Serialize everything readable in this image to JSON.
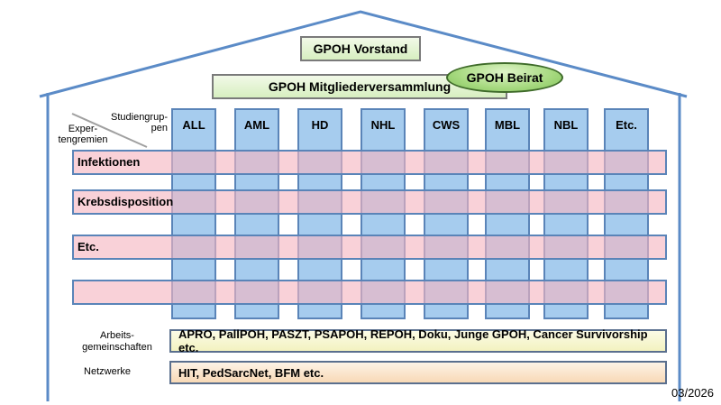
{
  "leadership": {
    "board": "GPOH Vorstand",
    "general_assembly": "GPOH Mitgliederversammlung",
    "advisory_board": "GPOH Beirat"
  },
  "matrix": {
    "column_header": "Studiengrup-\npen",
    "row_header": "Exper-\ntengremien",
    "study_groups": [
      "ALL",
      "AML",
      "HD",
      "NHL",
      "CWS",
      "MBL",
      "NBL",
      "Etc."
    ],
    "expert_bodies": [
      "Infektionen",
      "Krebsdisposition",
      "Etc.",
      ""
    ]
  },
  "working_groups": {
    "label": "Arbeits-\ngemeinschaften",
    "items": "APRO, PallPOH, PASZT, PSAPOH, REPOH, Doku, Junge GPOH, Cancer Survivorship etc."
  },
  "networks": {
    "label": "Netzwerke",
    "items": "HIT, PedSarcNet, BFM etc."
  },
  "date": "03/2026",
  "colors": {
    "house_outline": "#5b8bc7",
    "column_fill": "#96c3eb",
    "row_fill": "#f6b4c0",
    "leader_fill": "#d7efc0",
    "advisory_fill": "#a6d97f"
  }
}
